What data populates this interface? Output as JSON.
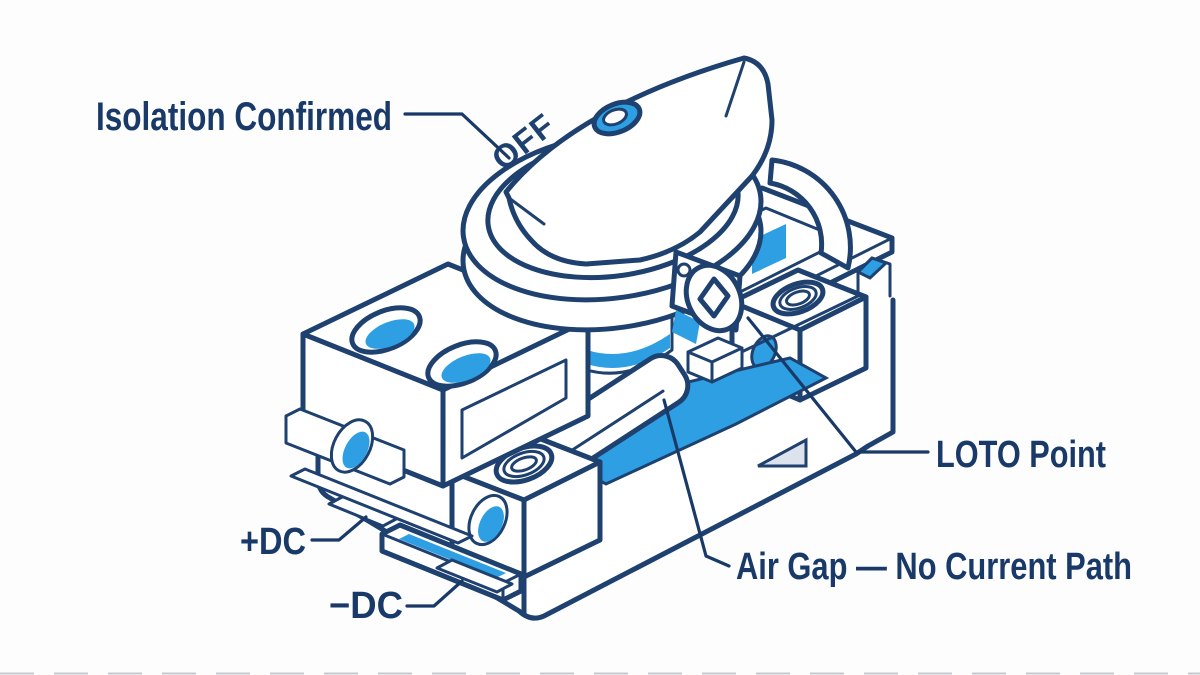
{
  "diagram": {
    "annotations": {
      "isolation_confirmed": "Isolation Confirmed",
      "loto_point": "LOTO Point",
      "air_gap": "Air Gap — No Current Path",
      "plus_dc": "+DC",
      "minus_dc": "−DC"
    },
    "knob": {
      "state_label": "OFF"
    },
    "colors": {
      "line": "#1e4170",
      "accent": "#2d9fe2",
      "text": "#193a68",
      "background": "#fdfdfe",
      "shade": "#dde3ec"
    }
  }
}
